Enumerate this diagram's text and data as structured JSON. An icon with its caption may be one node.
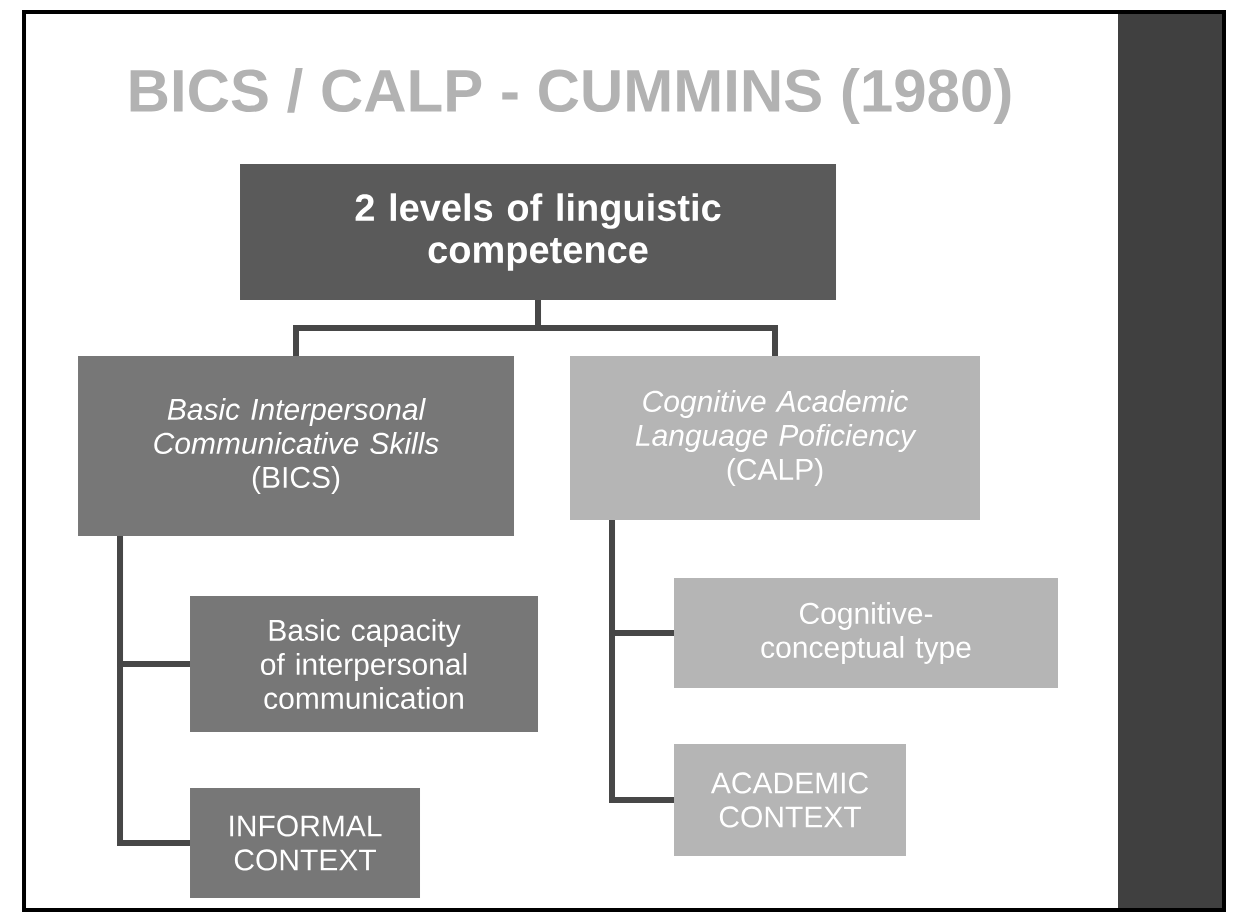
{
  "diagram": {
    "title": "BICS / CALP - CUMMINS (1980)",
    "nodes": [
      {
        "text": [
          "2 levels of linguistic competence"
        ]
      },
      {
        "text": [
          "Basic Interpersonal Communicative Skills",
          "(BICS)"
        ]
      },
      {
        "text": [
          "Cognitive Academic Language Poficiency",
          "(CALP)"
        ]
      },
      {
        "text": [
          "Basic capacity of interpersonal communication"
        ]
      },
      {
        "text": [
          "INFORMAL CONTEXT"
        ]
      },
      {
        "text": [
          "Cognitive-conceptual type"
        ]
      },
      {
        "text": [
          "ACADEMIC CONTEXT"
        ]
      }
    ],
    "edges": [
      {
        "from": 0,
        "to": 1,
        "arrow": "none"
      },
      {
        "from": 0,
        "to": 2,
        "arrow": "none"
      },
      {
        "from": 1,
        "to": 3,
        "arrow": "none"
      },
      {
        "from": 1,
        "to": 4,
        "arrow": "none"
      },
      {
        "from": 2,
        "to": 5,
        "arrow": "none"
      },
      {
        "from": 2,
        "to": 6,
        "arrow": "none"
      }
    ]
  }
}
